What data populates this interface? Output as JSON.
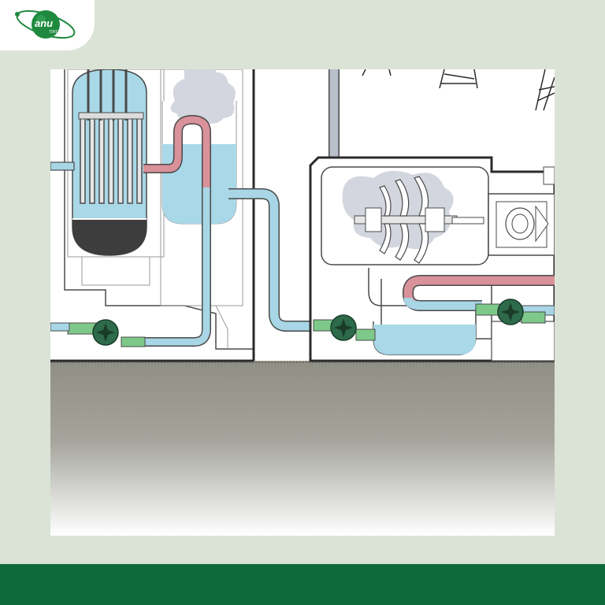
{
  "logo": {
    "text_main": "anu",
    "text_sub": "TINT",
    "icon": "globe-with-orbit-logo"
  },
  "diagram": {
    "description_icons": [
      "reactor-vessel-icon",
      "steam-generator-icon",
      "turbine-icon",
      "generator-icon",
      "condenser-icon",
      "pump-icon",
      "transmission-tower-icon"
    ]
  },
  "colors": {
    "background": "#dbe3d6",
    "footer": "#0d6b3b",
    "logo_green": "#1f8a3f",
    "water": "#a9d8e8",
    "pipe_cold": "#a8d6e6",
    "pipe_hot": "#d9919a",
    "steam": "#d3d6de",
    "pump": "#2d6b4a",
    "pump_pipe": "#7ec98a",
    "structure_stroke": "#2b2b2b"
  }
}
